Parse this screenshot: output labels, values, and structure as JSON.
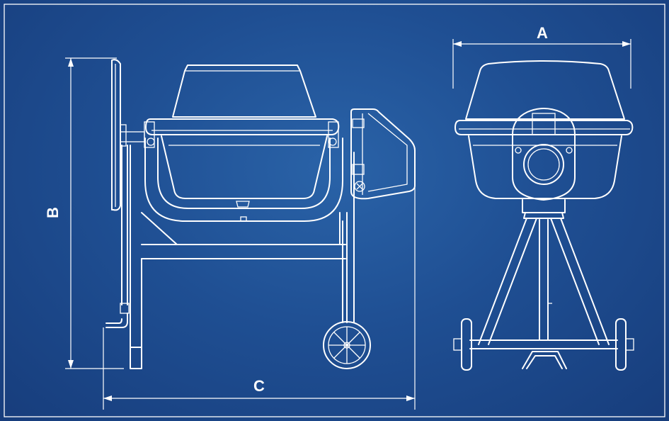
{
  "dimensions": {
    "a_label": "A",
    "b_label": "B",
    "c_label": "C"
  },
  "colors": {
    "background": "#1f4f93",
    "line": "#ffffff"
  }
}
